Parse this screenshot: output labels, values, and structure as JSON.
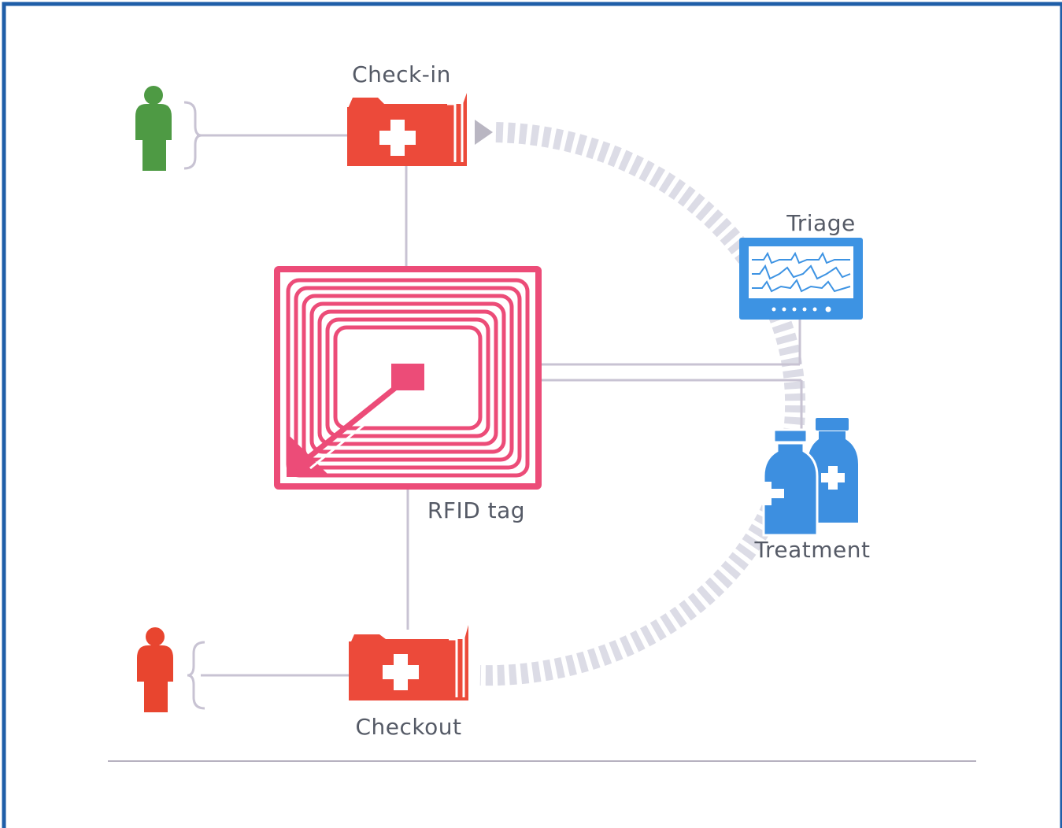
{
  "labels": {
    "checkin": "Check-in",
    "rfid": "RFID tag",
    "triage": "Triage",
    "treatment": "Treatment",
    "checkout": "Checkout"
  },
  "colors": {
    "frame_border": "#1f5ea8",
    "connector": "#c8c3d3",
    "folder_red": "#ec4a3a",
    "rfid_pink": "#ec4c78",
    "monitor_blue": "#3d93e3",
    "bottle_blue": "#3d8fe0",
    "person_green": "#4e9a44",
    "person_red": "#e8452f",
    "dash_arc": "#dcdce6",
    "label_text": "#555a66"
  },
  "icons": {
    "checkin_person": "person-icon",
    "checkin_folder": "medical-folder-icon",
    "rfid": "rfid-tag-icon",
    "triage": "vital-signs-monitor-icon",
    "treatment": "medicine-bottles-icon",
    "checkout_person": "person-icon",
    "checkout_folder": "medical-folder-icon"
  }
}
